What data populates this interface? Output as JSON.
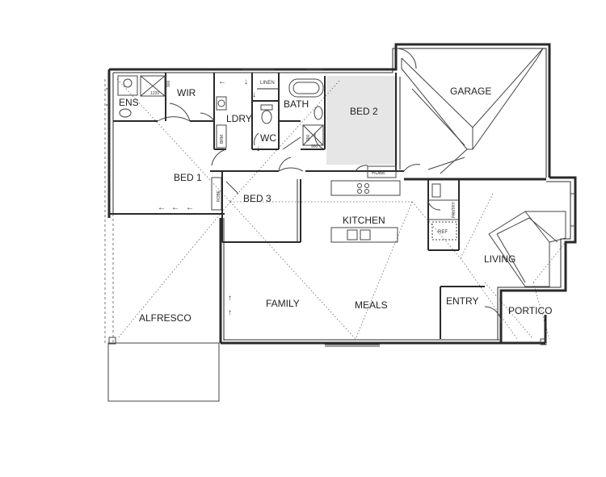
{
  "rooms": {
    "ens": "ENS",
    "wir": "WIR",
    "linen": "LINEN",
    "bath": "BATH",
    "bed2": "BED 2",
    "garage": "GARAGE",
    "ldry": "LDRY",
    "wc": "WC",
    "bed1": "BED 1",
    "bed3": "BED 3",
    "kitchen": "KITCHEN",
    "living": "LIVING",
    "family": "FAMILY",
    "meals": "MEALS",
    "entry": "ENTRY",
    "portico": "PORTICO",
    "alfresco": "ALFRESCO"
  },
  "small_labels": {
    "robe_bed2": "ROBE",
    "robe_bed1": "ROBE",
    "pantry": "PANTRY",
    "ref": "REF",
    "brm": "BRM",
    "dim_1220": "1220",
    "dim_900_ens": "900",
    "dim_900_bath_a": "900",
    "dim_900_bath_b": "900"
  }
}
